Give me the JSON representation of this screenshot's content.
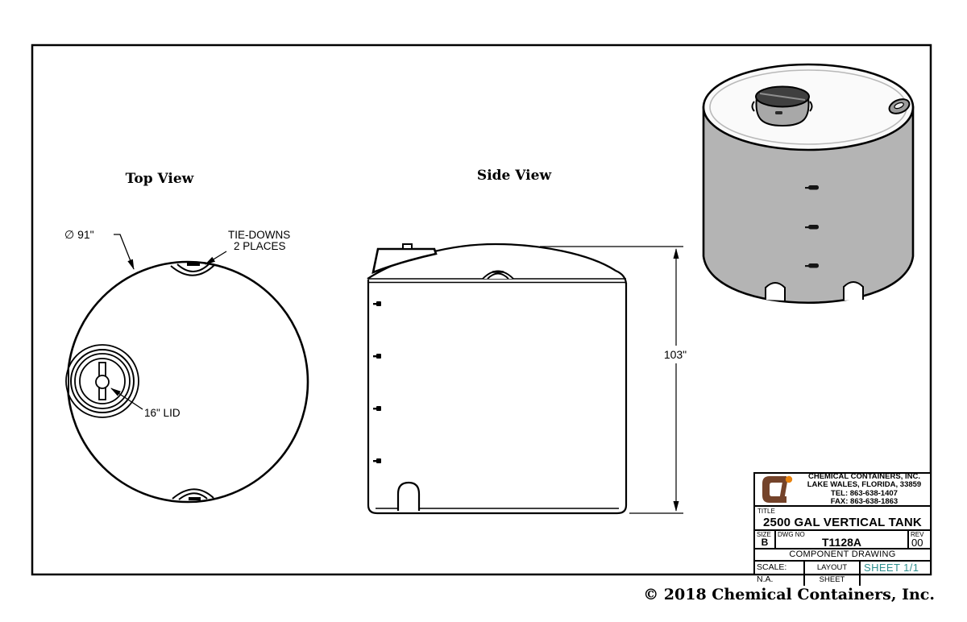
{
  "drawing": {
    "top_view": {
      "title": "Top View",
      "diameter_label": "∅ 91\"",
      "tie_downs_line1": "TIE-DOWNS",
      "tie_downs_line2": "2 PLACES",
      "lid_label": "16\" LID"
    },
    "side_view": {
      "title": "Side View",
      "height_label": "103\""
    }
  },
  "title_block": {
    "company_name": "CHEMICAL CONTAINERS, INC.",
    "company_address": "LAKE WALES, FLORIDA, 33859",
    "company_tel": "TEL: 863-638-1407",
    "company_fax": "FAX: 863-638-1863",
    "title_label": "TITLE",
    "title_value": "2500 GAL VERTICAL TANK",
    "size_label": "SIZE",
    "size_value": "B",
    "dwg_no_label": "DWG NO",
    "dwg_no_value": "T1128A",
    "rev_label": "REV",
    "rev_value": "00",
    "drawing_type": "COMPONENT DRAWING",
    "scale_text": "SCALE: N.A.",
    "layout_text": "LAYOUT SHEET",
    "sheet_text": "SHEET 1/1"
  },
  "footer": {
    "copyright": "© 2018 Chemical Containers, Inc."
  },
  "colors": {
    "sheet_accent": "#2e8f8f",
    "logo_brown": "#74432a",
    "logo_orange": "#e8830f",
    "tank_gray": "#b4b4b4",
    "lid_dark": "#3f3f3f",
    "line": "#000000"
  }
}
